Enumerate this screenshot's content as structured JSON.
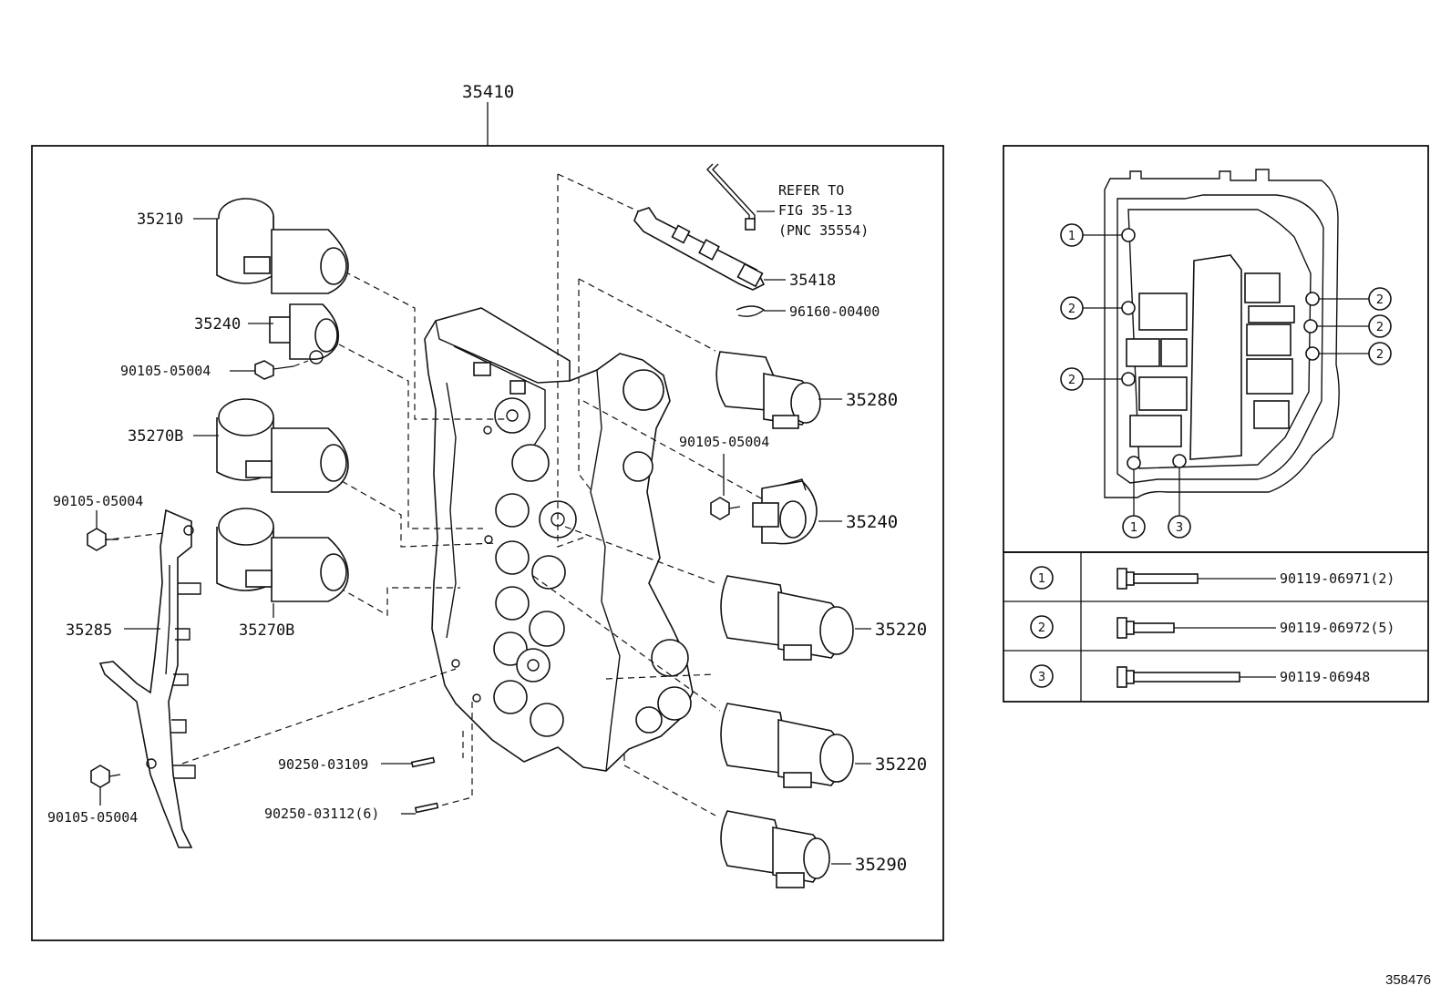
{
  "diagram": {
    "figure_number": "358476",
    "main_assembly": "35410",
    "refer_note": [
      "REFER TO",
      "FIG 35-13",
      "(PNC 35554)"
    ],
    "parts": {
      "p35210": "35210",
      "p35240_top": "35240",
      "p90105_a": "90105-05004",
      "p35270b_a": "35270B",
      "p90105_b": "90105-05004",
      "p35270b_b": "35270B",
      "p35285": "35285",
      "p90105_c": "90105-05004",
      "p90250_a": "90250-03109",
      "p90250_b": "90250-03112(6)",
      "p35418": "35418",
      "p96160": "96160-00400",
      "p35280": "35280",
      "p90105_d": "90105-05004",
      "p35240_right": "35240",
      "p35220_a": "35220",
      "p35220_b": "35220",
      "p35290": "35290"
    },
    "bolt_markers": {
      "left": [
        "1",
        "2",
        "2"
      ],
      "right": [
        "2",
        "2",
        "2"
      ],
      "bottom": [
        "1",
        "3"
      ]
    },
    "bolt_table": [
      {
        "marker": "1",
        "part": "90119-06971(2)"
      },
      {
        "marker": "2",
        "part": "90119-06972(5)"
      },
      {
        "marker": "3",
        "part": "90119-06948"
      }
    ]
  }
}
